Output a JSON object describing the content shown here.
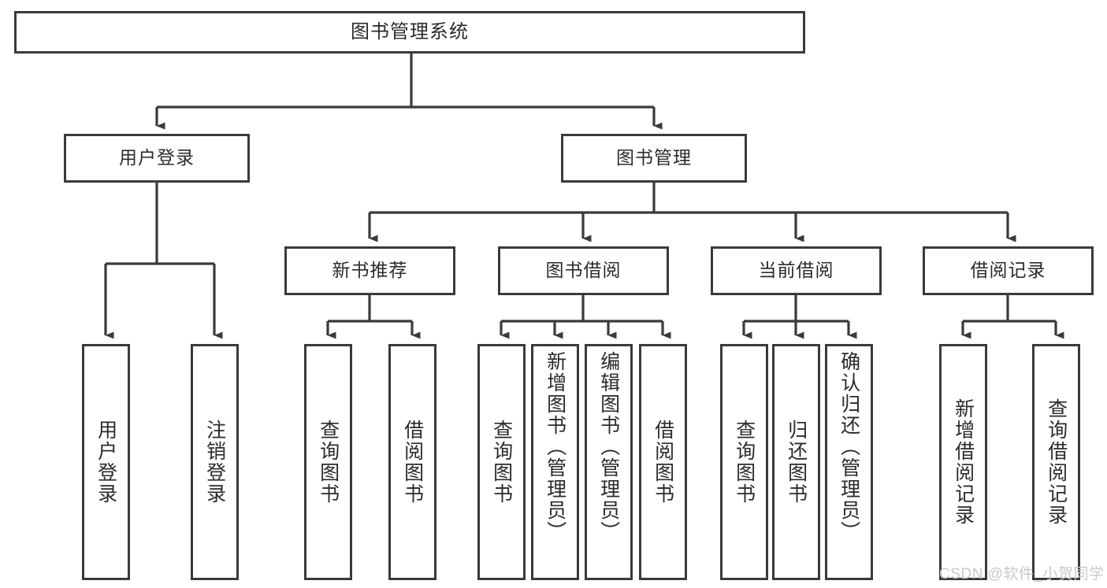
{
  "diagram": {
    "title": "图书管理系统",
    "type": "tree-hierarchy",
    "watermark": "CSDN @软件_小贺同学",
    "colors": {
      "stroke": "#3a3a3a",
      "fill": "#ffffff",
      "text": "#2b2b2b",
      "watermark": "#c9c9c9"
    },
    "nodes": {
      "root": {
        "label": "图书管理系统"
      },
      "level1": [
        {
          "label": "用户登录"
        },
        {
          "label": "图书管理"
        }
      ],
      "level2": [
        {
          "label": "新书推荐"
        },
        {
          "label": "图书借阅"
        },
        {
          "label": "当前借阅"
        },
        {
          "label": "借阅记录"
        }
      ],
      "leaves": {
        "user_login": [
          {
            "label": "用户登录"
          },
          {
            "label": "注销登录"
          }
        ],
        "new_book_recommend": [
          {
            "label": "查询图书"
          },
          {
            "label": "借阅图书"
          }
        ],
        "book_borrow": [
          {
            "label": "查询图书"
          },
          {
            "label": "新增图书（管理员）"
          },
          {
            "label": "编辑图书（管理员）"
          },
          {
            "label": "借阅图书"
          }
        ],
        "current_borrow": [
          {
            "label": "查询图书"
          },
          {
            "label": "归还图书"
          },
          {
            "label": "确认归还（管理员）"
          }
        ],
        "borrow_record": [
          {
            "label": "新增借阅记录"
          },
          {
            "label": "查询借阅记录"
          }
        ]
      }
    }
  }
}
